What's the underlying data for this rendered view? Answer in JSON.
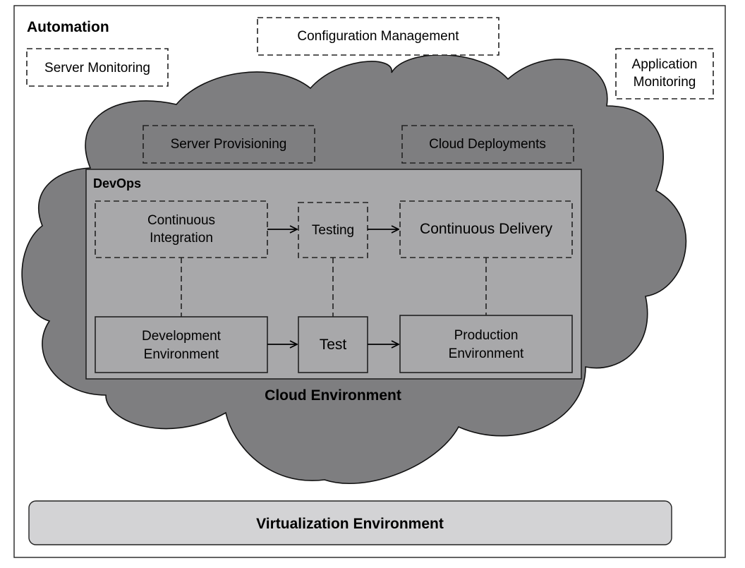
{
  "colors": {
    "cloud_fill": "#7e7e80",
    "devops_fill": "#a8a8aa",
    "box_fill": "#a8a8aa",
    "virtualization_fill": "#d3d3d5",
    "border": "#222222"
  },
  "outer": {
    "title": "Automation"
  },
  "automation_items": {
    "configuration_management": "Configuration Management",
    "server_monitoring": "Server Monitoring",
    "application_monitoring_line1": "Application",
    "application_monitoring_line2": "Monitoring"
  },
  "cloud": {
    "title": "Cloud Environment",
    "server_provisioning": "Server Provisioning",
    "cloud_deployments": "Cloud Deployments"
  },
  "devops": {
    "title": "DevOps",
    "continuous_integration_line1": "Continuous",
    "continuous_integration_line2": "Integration",
    "testing": "Testing",
    "continuous_delivery": "Continuous Delivery",
    "development_environment_line1": "Development",
    "development_environment_line2": "Environment",
    "test": "Test",
    "production_environment_line1": "Production",
    "production_environment_line2": "Environment"
  },
  "virtualization": {
    "title": "Virtualization Environment"
  }
}
